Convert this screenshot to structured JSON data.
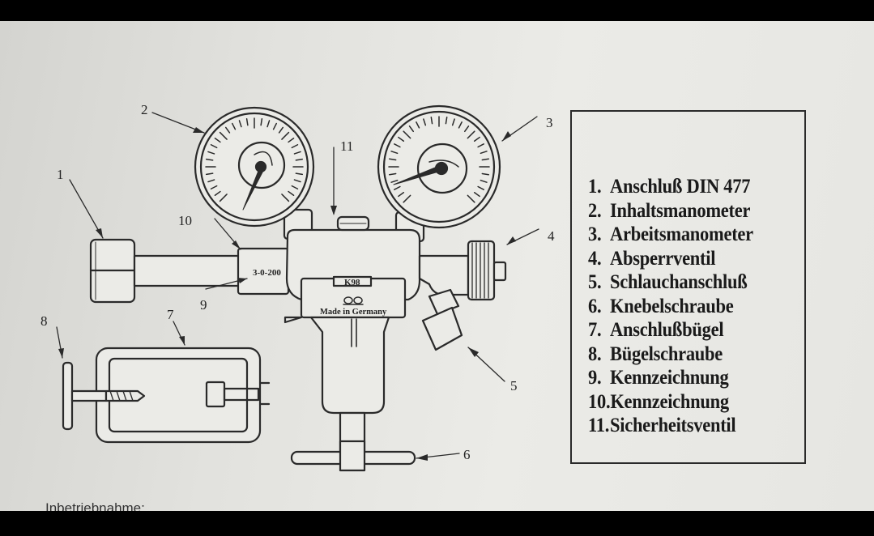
{
  "callouts": {
    "c1": "1",
    "c2": "2",
    "c3": "3",
    "c4": "4",
    "c5": "5",
    "c6": "6",
    "c7": "7",
    "c8": "8",
    "c9": "9",
    "c10": "10",
    "c11": "11"
  },
  "device_labels": {
    "marking": "3-0-200",
    "model": "K98",
    "origin": "Made in Germany"
  },
  "legend": [
    {
      "num": "1.",
      "label": "Anschluß DIN 477"
    },
    {
      "num": "2.",
      "label": "Inhaltsmanometer"
    },
    {
      "num": "3.",
      "label": "Arbeitsmanometer"
    },
    {
      "num": "4.",
      "label": "Absperrventil"
    },
    {
      "num": "5.",
      "label": "Schlauchanschluß"
    },
    {
      "num": "6.",
      "label": "Knebelschraube"
    },
    {
      "num": "7.",
      "label": "Anschlußbügel"
    },
    {
      "num": "8.",
      "label": "Bügelschraube"
    },
    {
      "num": "9.",
      "label": "Kennzeichnung"
    },
    {
      "num": "10.",
      "label": "Kennzeichnung"
    },
    {
      "num": "11.",
      "label": "Sicherheitsventil"
    }
  ],
  "cutoff_text": "Inbetriebnahme:",
  "colors": {
    "ink": "#2a2a2a",
    "paper": "#e6e6e2",
    "frame": "#000000"
  }
}
